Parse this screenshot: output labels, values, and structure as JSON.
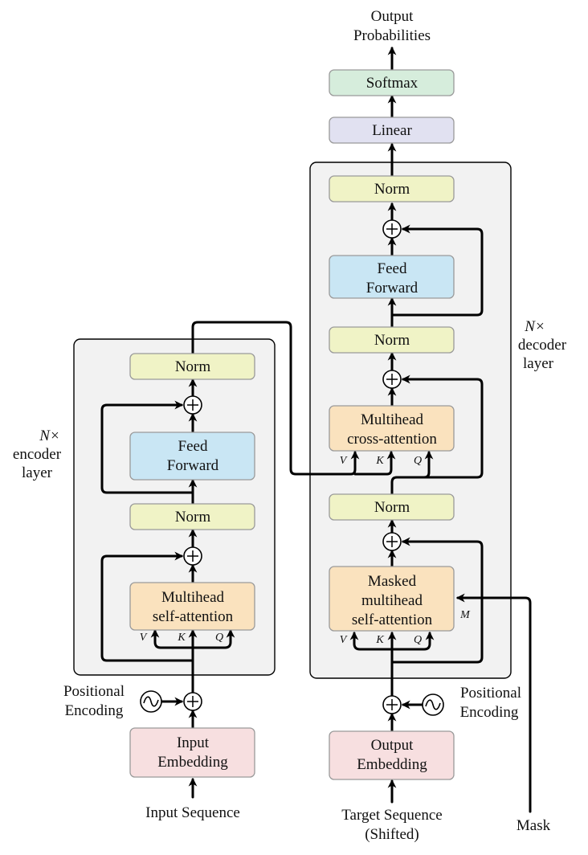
{
  "colors": {
    "norm": "#f0f3c6",
    "feed_forward": "#c9e6f4",
    "attention": "#fae2be",
    "embedding": "#f7dfe0",
    "linear": "#e1e1f1",
    "softmax": "#d6eddc",
    "panel": "#f2f2f2"
  },
  "encoder": {
    "repeat_label": "N×",
    "repeat_sub1": "encoder",
    "repeat_sub2": "layer",
    "norm_top": "Norm",
    "feed_forward_1": "Feed",
    "feed_forward_2": "Forward",
    "norm_mid": "Norm",
    "attention_1": "Multihead",
    "attention_2": "self-attention",
    "v": "V",
    "k": "K",
    "q": "Q",
    "pos_enc_1": "Positional",
    "pos_enc_2": "Encoding",
    "embedding_1": "Input",
    "embedding_2": "Embedding",
    "input_label": "Input Sequence"
  },
  "decoder": {
    "repeat_label": "N×",
    "repeat_sub1": "decoder",
    "repeat_sub2": "layer",
    "norm_top": "Norm",
    "feed_forward_1": "Feed",
    "feed_forward_2": "Forward",
    "norm_2": "Norm",
    "cross_attention_1": "Multihead",
    "cross_attention_2": "cross-attention",
    "cross_v": "V",
    "cross_k": "K",
    "cross_q": "Q",
    "norm_3": "Norm",
    "masked_1": "Masked",
    "masked_2": "multihead",
    "masked_3": "self-attention",
    "mask_input": "M",
    "v": "V",
    "k": "K",
    "q": "Q",
    "pos_enc_1": "Positional",
    "pos_enc_2": "Encoding",
    "embedding_1": "Output",
    "embedding_2": "Embedding",
    "target_1": "Target Sequence",
    "target_2": "(Shifted)",
    "mask_label": "Mask"
  },
  "head": {
    "linear": "Linear",
    "softmax": "Softmax",
    "output_1": "Output",
    "output_2": "Probabilities"
  }
}
